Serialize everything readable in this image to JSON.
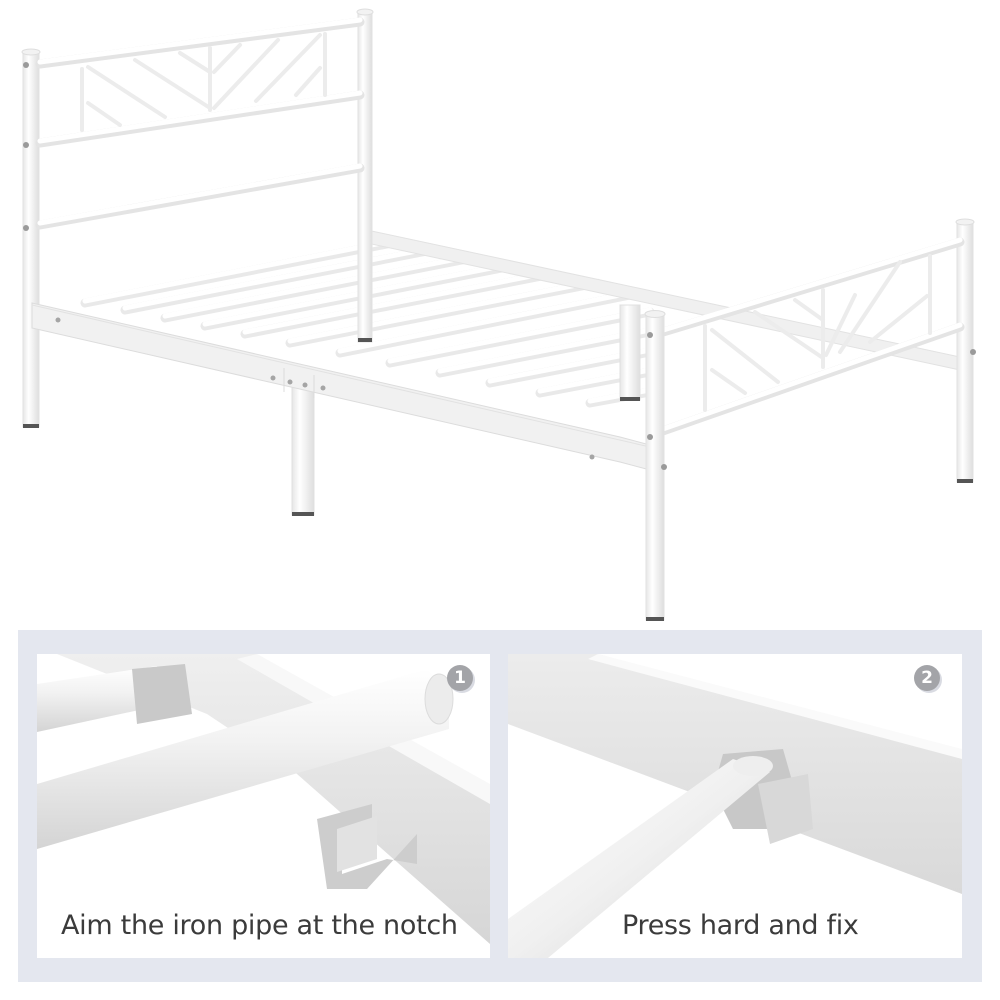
{
  "product": {
    "subject": "white metal platform bed frame with chevron-pattern headboard and footboard",
    "colors": {
      "frame": "#f7f7f7",
      "frame_shadow": "#dcdcdc",
      "bolt": "#9a9a9a",
      "panel_background": "#e4e7ef",
      "badge": "#a3a4a8",
      "caption_text": "#3b3b3b"
    }
  },
  "steps": [
    {
      "number": "1",
      "caption": "Aim the iron pipe at the notch",
      "illustration": "close-up of slat pipe positioned above U-shaped notch bracket on side rail"
    },
    {
      "number": "2",
      "caption": "Press hard and fix",
      "illustration": "close-up of slat pipe seated in U-shaped notch bracket on side rail"
    }
  ]
}
